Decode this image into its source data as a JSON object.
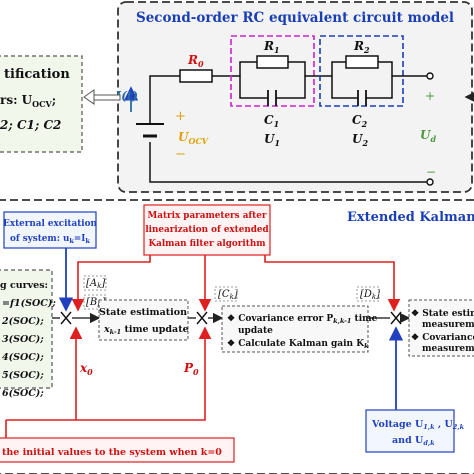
{
  "circuit_model": {
    "title": "Second-order RC  equivalent circuit model",
    "r0": "R",
    "r0_sub": "0",
    "r1": "R",
    "r1_sub": "1",
    "c1": "C",
    "c1_sub": "1",
    "u1": "U",
    "u1_sub": "1",
    "r2": "R",
    "r2_sub": "2",
    "c2": "C",
    "c2_sub": "2",
    "u2": "U",
    "u2_sub": "2",
    "current": "I(t)",
    "uocv": "U",
    "uocv_sub": "OCV",
    "plus": "+",
    "minus": "−",
    "ud": "U",
    "ud_sub": "d"
  },
  "identification": {
    "line1": "tification",
    "line2_prefix": "rs: U",
    "line2_sub": "OCV",
    "line2_suffix": ";",
    "line3": "2; C1; C2"
  },
  "ekf": {
    "title": "Extended Kalman",
    "external_excitation_line1": "External excitation",
    "external_excitation_line2": "of system: u",
    "external_excitation_sub": "k",
    "external_excitation_line2b": "=I",
    "external_excitation_sub2": "k",
    "matrix_line1": "Matrix parameters after",
    "matrix_line2": "linearization of extended",
    "matrix_line3": "Kalman filter algorithm",
    "curves": [
      "g curves:",
      "=f1(SOC);",
      "2(SOC);",
      "3(SOC);",
      "4(SOC);",
      "5(SOC);",
      "6(SOC);"
    ],
    "ak": "[A",
    "ak_sub": "k",
    "bk": "[B",
    "bk_sub": "k",
    "ck": "[C",
    "ck_sub": "k",
    "dk": "[D",
    "dk_sub": "k",
    "state_est_line1": "State estimation",
    "state_est_line2": "time update",
    "state_est_var": "x",
    "state_est_var_sub": "k-1",
    "cov_line1": "Covariance error P",
    "cov_line1_sub": "k,k-1",
    "cov_line1_suffix": " time",
    "cov_line2": "update",
    "cov_line3": "Calculate Kalman gain K",
    "cov_line3_sub": "k",
    "right_line1": "State estim",
    "right_line2": "measureme",
    "right_line3": "Covariance",
    "right_line4": "measureme",
    "x0": "x",
    "x0_sub": "0",
    "p0": "P",
    "p0_sub": "0",
    "voltage_line1": "Voltage U",
    "voltage_sub1": "1,k",
    "voltage_mid": " , U",
    "voltage_sub2": "2,k",
    "voltage_line2": "and U",
    "voltage_sub3": "d,k",
    "initial_values": "the initial values  to the system when k=0"
  }
}
